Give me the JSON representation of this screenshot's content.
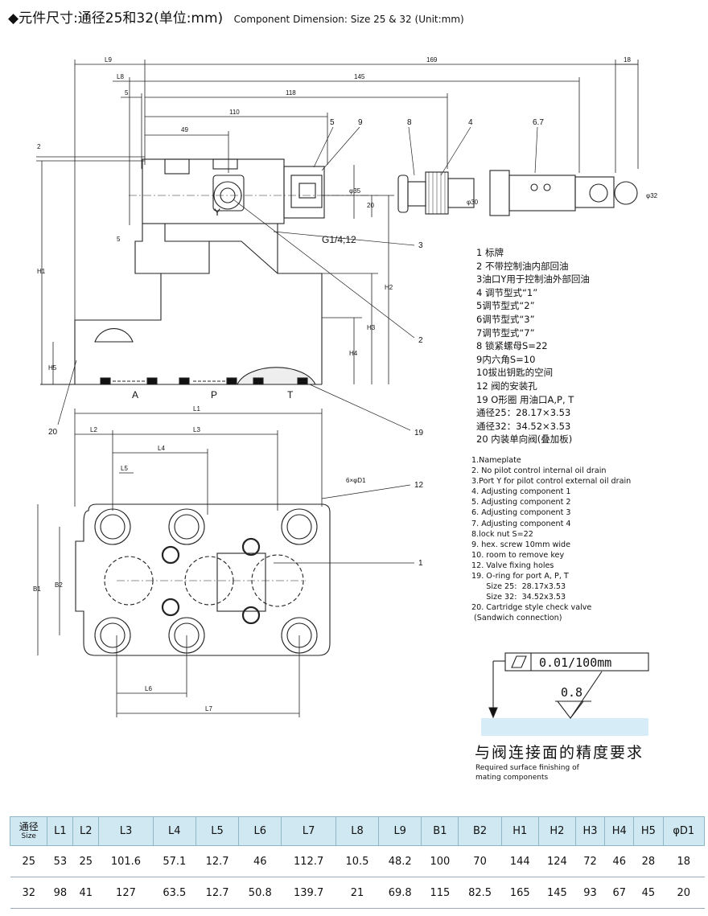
{
  "header": {
    "title_cn": "◆元件尺寸:通径25和32(单位:mm)",
    "title_en": "Component Dimension: Size 25 & 32 (Unit:mm)"
  },
  "drawing": {
    "dims_top": [
      "L9",
      "169",
      "18",
      "L8",
      "145",
      "5",
      "118",
      "110",
      "49"
    ],
    "callouts": [
      "5",
      "9",
      "8",
      "4",
      "6.7",
      "3",
      "2",
      "20",
      "19",
      "12",
      "1"
    ],
    "port_labels": [
      "Y",
      "A",
      "P",
      "T"
    ],
    "thread_label": "G1/4;12",
    "diameters": [
      "φ35",
      "φ30",
      "φ32"
    ],
    "dim_20": "20",
    "dim_5_side": "5",
    "heights": [
      "H1",
      "H2",
      "H3",
      "H4",
      "H5"
    ],
    "plan_dims": [
      "L1",
      "L2",
      "L3",
      "L4",
      "L5",
      "L6",
      "L7",
      "B1",
      "B2"
    ],
    "holes_label": "6×φD1",
    "dim_2": "2"
  },
  "legend_cn": [
    "1 标牌",
    "2 不带控制油内部回油",
    "3油口Y用于控制油外部回油",
    "4 调节型式“1”",
    "5调节型式“2”",
    "6调节型式“3”",
    "7调节型式“7”",
    "8 锁紧螺母S=22",
    "9内六角S=10",
    "10拔出钥匙的空间",
    "12 阀的安装孔",
    "19 O形圈 用油口A,P, T",
    "通径25：28.17×3.53",
    "通径32：34.52×3.53",
    "20 内装单向阀(叠加板)"
  ],
  "legend_en": [
    "1.Nameplate",
    "2. No pilot control internal oil drain",
    "3.Port Y for pilot control external oil drain",
    "4. Adjusting component  1",
    "5. Adjusting component  2",
    "6. Adjusting component  3",
    "7. Adjusting component  4",
    "8.lock nut S=22",
    "9. hex. screw 10mm wide",
    "10. room to remove key",
    "12. Valve fixing holes",
    "19. O-ring for port A, P, T",
    "      Size 25:  28.17x3.53",
    "      Size 32:  34.52x3.53",
    "20. Cartridge style check valve",
    " (Sandwich connection)"
  ],
  "finish": {
    "flatness": "0.01/100mm",
    "roughness": "0.8",
    "label_cn": "与阀连接面的精度要求",
    "label_en_1": "Required surface finishing of",
    "label_en_2": "mating components"
  },
  "table": {
    "size_header_cn": "通径",
    "size_header_en": "Size",
    "columns": [
      "L1",
      "L2",
      "L3",
      "L4",
      "L5",
      "L6",
      "L7",
      "L8",
      "L9",
      "B1",
      "B2",
      "H1",
      "H2",
      "H3",
      "H4",
      "H5",
      "φD1"
    ],
    "rows": [
      [
        "25",
        "53",
        "25",
        "101.6",
        "57.1",
        "12.7",
        "46",
        "112.7",
        "10.5",
        "48.2",
        "100",
        "70",
        "144",
        "124",
        "72",
        "46",
        "28",
        "18"
      ],
      [
        "32",
        "98",
        "41",
        "127",
        "63.5",
        "12.7",
        "50.8",
        "139.7",
        "21",
        "69.8",
        "115",
        "82.5",
        "165",
        "145",
        "93",
        "67",
        "45",
        "20"
      ]
    ]
  },
  "colors": {
    "table_header_bg": "#cfe8f2",
    "surface_fill": "#d6ecf7"
  }
}
